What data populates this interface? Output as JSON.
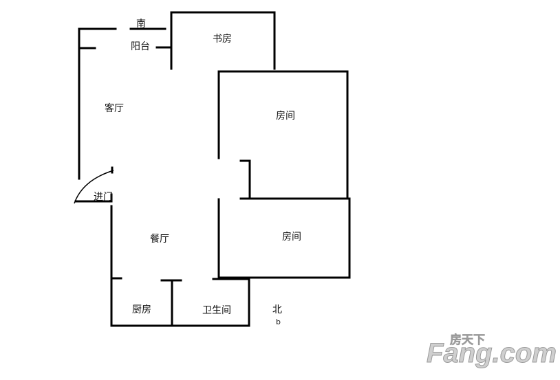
{
  "rooms": {
    "study": "书房",
    "balcony": "阳台",
    "living_room": "客厅",
    "bedroom_upper": "房间",
    "bedroom_lower": "房间",
    "entrance": "进门",
    "dining_room": "餐厅",
    "kitchen": "厨房",
    "bathroom": "卫生间"
  },
  "compass": {
    "south": "南",
    "north": "北",
    "north_mark": "b"
  },
  "watermark": {
    "text_latin": "Fang.com",
    "text_cn": "房天下"
  }
}
